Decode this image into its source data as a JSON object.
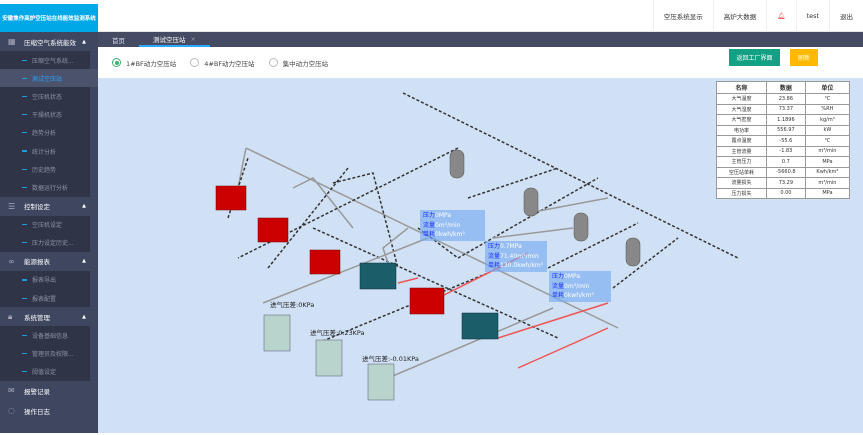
{
  "app_title": "安徽焦作高炉空压站在线能效监测系统",
  "topbar": {
    "items": [
      "空压系统显示",
      "高炉大数据",
      "test",
      "退出"
    ],
    "alarm_icon": "bell-icon"
  },
  "sidebar": {
    "groups": [
      {
        "label": "压缩空气系统能效",
        "icon": "grid-icon",
        "items": [
          "压缩空气系统...",
          "测试空压站",
          "空压机状态",
          "干燥机状态",
          "趋势分析",
          "统计分析",
          "历史趋势",
          "数据运行分析"
        ],
        "active": 1
      },
      {
        "label": "控制设定",
        "icon": "list-icon",
        "items": [
          "空压机设定",
          "压力设定历史..."
        ]
      },
      {
        "label": "能源报表",
        "icon": "link-icon",
        "items": [
          "报表导出",
          "报表配置"
        ]
      },
      {
        "label": "系统管理",
        "icon": "lock-icon",
        "items": [
          "设备基础信息",
          "管理员及权限...",
          "阈值设定"
        ]
      }
    ],
    "singles": [
      {
        "label": "报警记录",
        "icon": "mail-icon"
      },
      {
        "label": "操作日志",
        "icon": "refresh-icon"
      }
    ]
  },
  "tabs": [
    {
      "label": "首页"
    },
    {
      "label": "测试空压站",
      "closable": true
    }
  ],
  "radios": [
    {
      "label": "1#BF动力空压站",
      "checked": true
    },
    {
      "label": "4#BF动力空压站",
      "checked": false
    },
    {
      "label": "集中动力空压站",
      "checked": false
    }
  ],
  "buttons": {
    "back": "返回工厂界面",
    "refresh": "刷新",
    "back_color": "#14a085",
    "refresh_color": "#ffb800"
  },
  "table": {
    "headers": [
      "名称",
      "数据",
      "单位"
    ],
    "rows": [
      [
        "大气温度",
        "23.86",
        "℃"
      ],
      [
        "大气湿度",
        "73.37",
        "%RH"
      ],
      [
        "大气密度",
        "1.1896",
        "kg/m³"
      ],
      [
        "电功率",
        "556.97",
        "kW"
      ],
      [
        "露点温度",
        "-55.6",
        "℃"
      ],
      [
        "主管流量",
        "-1.83",
        "m³/min"
      ],
      [
        "主管压力",
        "0.7",
        "MPa"
      ],
      [
        "空压站单耗",
        "-5660.8",
        "Kwh/km³"
      ],
      [
        "流量损失",
        "73.29",
        "m³/min"
      ],
      [
        "压力损失",
        "0.00",
        "MPa"
      ]
    ]
  },
  "compressor_info": [
    {
      "pressure_label": "压力",
      "pressure": "0MPa",
      "flow_label": "流量",
      "flow": "0m³/min",
      "consumption_label": "单耗",
      "consumption": "0kwh/km³"
    },
    {
      "pressure_label": "压力",
      "pressure": "0.7MPa",
      "flow_label": "流量",
      "flow": "71.40m³/min",
      "consumption_label": "单耗",
      "consumption": "130.0kwh/km³"
    },
    {
      "pressure_label": "压力",
      "pressure": "0MPa",
      "flow_label": "流量",
      "flow": "0m³/min",
      "consumption_label": "单耗",
      "consumption": "0kwh/km³"
    }
  ],
  "dryer_labels": [
    "进气压差:0KPa",
    "进气压差:0.23KPa",
    "进气压差:-0.01KPa"
  ]
}
